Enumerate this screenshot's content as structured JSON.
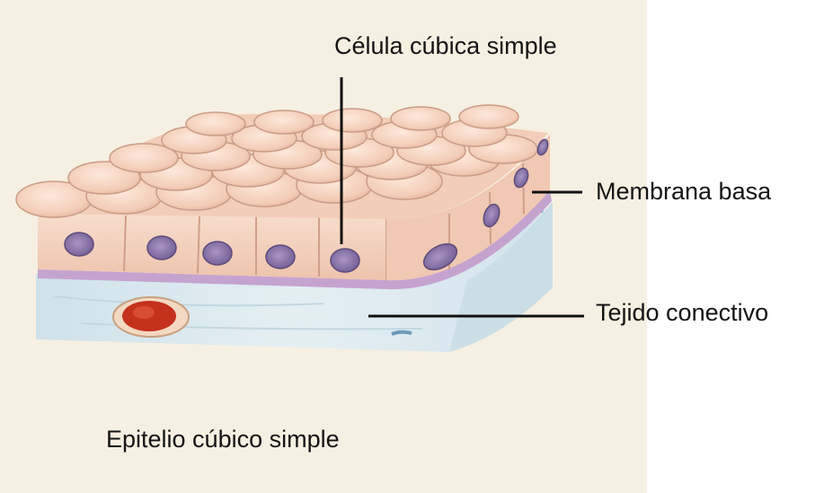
{
  "diagram": {
    "labels": {
      "cell": "Célula cúbica simple",
      "membrane": "Membrana basa",
      "connective": "Tejido conectivo",
      "caption": "Epitelio cúbico simple"
    },
    "colors": {
      "background": "#f6f0e2",
      "cell_fill": "#f2cdb9",
      "cell_highlight": "#fbe6d8",
      "cell_outline": "#c99c87",
      "nucleus": "#8a76a8",
      "membrane": "#c5a3cf",
      "connective": "#d9e8ef",
      "blood_cell": "#c4311d",
      "leader_line": "#111111"
    }
  }
}
